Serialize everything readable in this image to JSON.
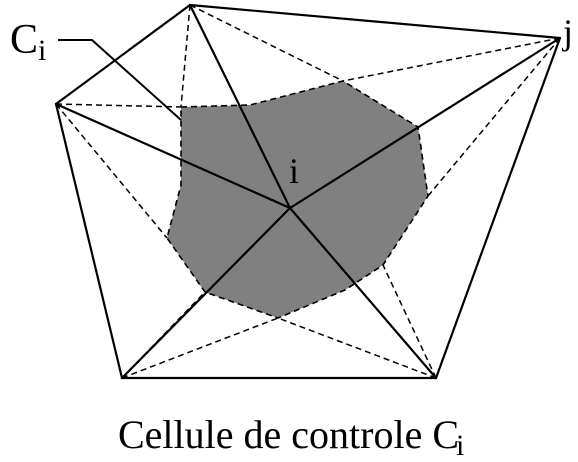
{
  "diagram": {
    "cell_label": {
      "main": "C",
      "sub": "i"
    },
    "node_i_label": "i",
    "node_j_label": "j",
    "caption": {
      "main": "Cellule de controle C",
      "sub": "i"
    },
    "colors": {
      "stroke": "#000000",
      "cell_fill": "#808080",
      "background": "#ffffff"
    }
  }
}
